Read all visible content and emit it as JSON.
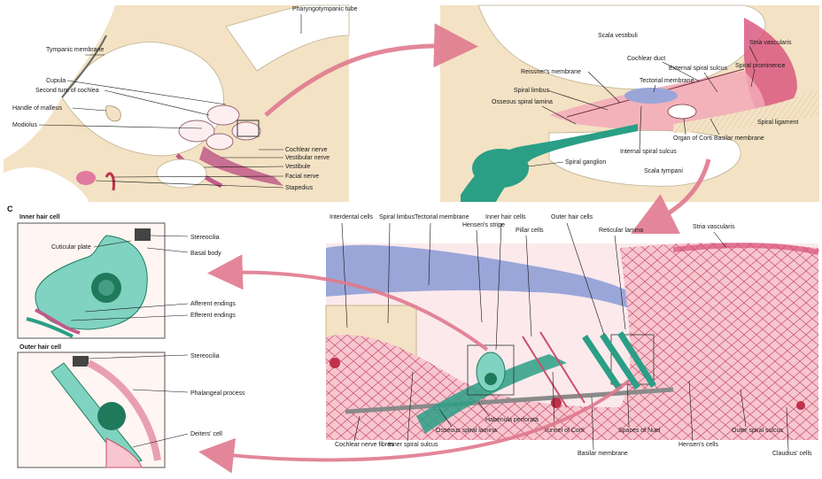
{
  "colors": {
    "bone": "#f3e2c4",
    "fluid": "#ffffff",
    "cochlea_pink": "#f2a9b8",
    "membrane_blue": "#9aa6d8",
    "nerve_green": "#2a9f86",
    "stria": "#d8507a",
    "cell_fill": "#f7c6cf",
    "cell_edge": "#c84f6a",
    "hair_cell_green": "#7fd3c0",
    "nucleus": "#1f7a5c",
    "arrow": "#e07a8e",
    "panel_border": "#555555"
  },
  "panel_a": {
    "labels": {
      "pharyngotympanic_tube": "Pharyngotympanic tube",
      "tympanic_membrane": "Tympanic membrane",
      "cupula": "Cupula",
      "second_turn": "Second turn of cochlea",
      "handle_malleus": "Handle of malleus",
      "modiolus": "Modiolus",
      "cochlear_nerve": "Cochlear nerve",
      "vestibular_nerve": "Vestibular nerve",
      "vestibule": "Vestibule",
      "facial_nerve": "Facial nerve",
      "stapedius": "Stapedius"
    }
  },
  "panel_b": {
    "labels": {
      "scala_vestibuli": "Scala vestibuli",
      "stria_vascularis": "Stria vascularis",
      "cochlear_duct": "Cochlear duct",
      "external_spiral_sulcus": "External spiral sulcus",
      "spiral_prominence": "Spiral prominence",
      "reissners_membrane": "Reissner's membrane",
      "tectorial_membrane": "Tectorial membrane",
      "spiral_limbus": "Spiral limbus",
      "osseous_spiral_lamina": "Osseous spiral lamina",
      "internal_spiral_sulcus": "Internal spiral sulcus",
      "organ_of_corti": "Organ of Corti",
      "basilar_membrane": "Basilar membrane",
      "spiral_ligament": "Spiral ligament",
      "spiral_ganglion": "Spiral ganglion",
      "scala_tympani": "Scala tympani"
    }
  },
  "panel_c": {
    "letter": "C",
    "labels": {
      "interdental_cells": "Interdental cells",
      "spiral_limbus": "Spiral limbus",
      "tectorial_membrane": "Tectorial membrane",
      "hensens_stripe": "Hensen's stripe",
      "inner_hair_cells": "Inner hair cells",
      "pillar_cells": "Pillar cells",
      "outer_hair_cells": "Outer hair cells",
      "reticular_lamina": "Reticular lamina",
      "stria_vascularis": "Stria vascularis",
      "cochlear_nerve_fibres": "Cochlear nerve fibres",
      "inner_spiral_sulcus": "Inner spiral sulcus",
      "osseous_spiral_lamina": "Osseous spiral lamina",
      "habenula_perforata": "Habenula perforata",
      "tunnel_of_corti": "Tunnel of Corti",
      "basilar_membrane": "Basilar membrane",
      "spaces_of_nuel": "Spaces of Nuel",
      "hensens_cells": "Hensen's cells",
      "outer_spiral_sulcus": "Outer spiral sulcus",
      "claudius_cells": "Claudius' cells"
    }
  },
  "inset_inner": {
    "title": "Inner hair cell",
    "labels": {
      "stereocilia": "Stereocilia",
      "cuticular_plate": "Cuticular plate",
      "basal_body": "Basal body",
      "afferent_endings": "Afferent endings",
      "efferent_endings": "Efferent endings"
    }
  },
  "inset_outer": {
    "title": "Outer hair cell",
    "labels": {
      "stereocilia": "Stereocilia",
      "phalangeal_process": "Phalangeal process",
      "deiters_cell": "Deiters' cell"
    }
  }
}
